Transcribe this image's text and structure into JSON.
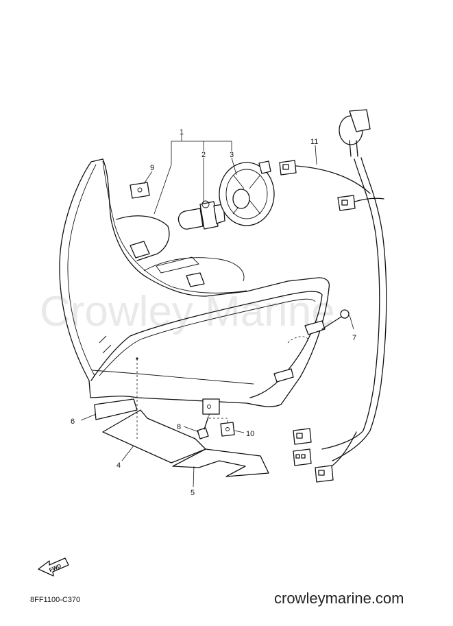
{
  "watermark": "Crowley Marine",
  "diagram_code": "8FF1100-C370",
  "site": "crowleymarine.com",
  "fwd_label": "FWD",
  "callouts": {
    "c1": "1",
    "c2": "2",
    "c3": "3",
    "c4": "4",
    "c5": "5",
    "c6": "6",
    "c7": "7",
    "c8": "8",
    "c9": "9",
    "c10": "10",
    "c11": "11"
  }
}
